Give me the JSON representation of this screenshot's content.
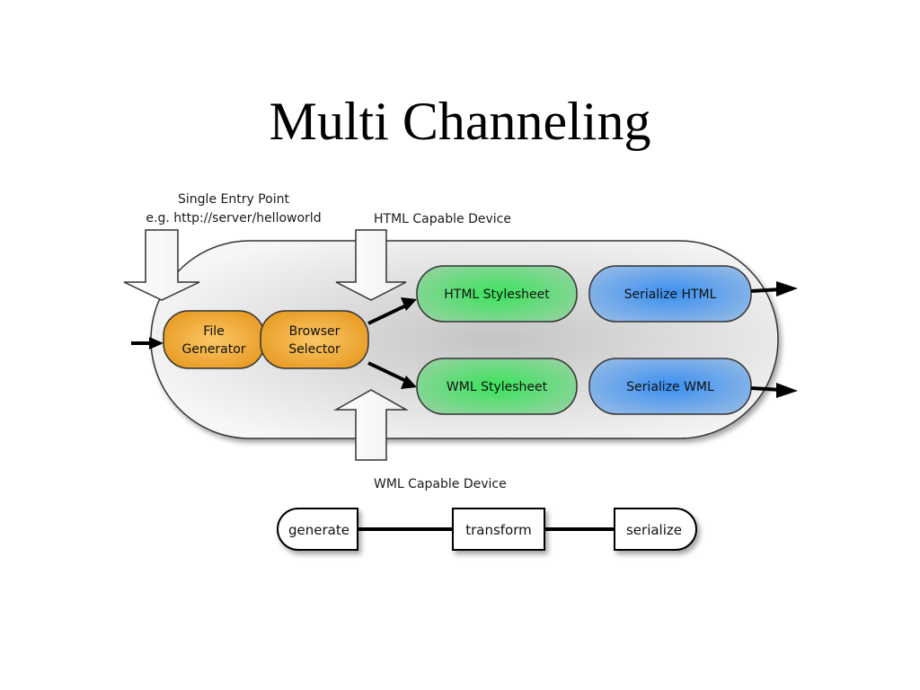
{
  "title": "Multi Channeling",
  "labels": {
    "entry_line1": "Single Entry Point",
    "entry_line2": "e.g. http://server/helloworld",
    "html_device": "HTML Capable Device",
    "wml_device": "WML Capable Device"
  },
  "nodes": {
    "file_generator": [
      "File",
      "Generator"
    ],
    "browser_selector": [
      "Browser",
      "Selector"
    ],
    "html_stylesheet": "HTML Stylesheet",
    "wml_stylesheet": "WML Stylesheet",
    "serialize_html": "Serialize HTML",
    "serialize_wml": "Serialize WML"
  },
  "legend": {
    "generate": "generate",
    "transform": "transform",
    "serialize": "serialize"
  },
  "colors": {
    "generator": "#f0a830",
    "stylesheet": "#2ec84a",
    "serializer": "#3d86e0",
    "pipeline": "#d6d6d6"
  }
}
